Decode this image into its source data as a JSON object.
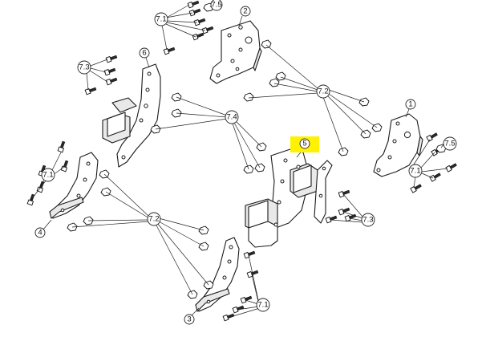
{
  "callouts": {
    "c7_5_top": "7.5",
    "c2": "2",
    "c7_1_top": "7.1",
    "c6": "6",
    "c7_3_left": "7.3",
    "c7_2_right": "7.2",
    "c1": "1",
    "c7_4": "7.4",
    "c7_5_right": "7.5",
    "c5": "5",
    "c7_1_right": "7.1",
    "c7_1_left": "7.1",
    "c4": "4",
    "c7_2_bottom": "7.2",
    "c7_3_bottom": "7.3",
    "c3": "3",
    "c7_1_bottom": "7.1"
  },
  "colors": {
    "highlight": "#fff200",
    "line": "#1a1a1a",
    "background": "#ffffff"
  }
}
